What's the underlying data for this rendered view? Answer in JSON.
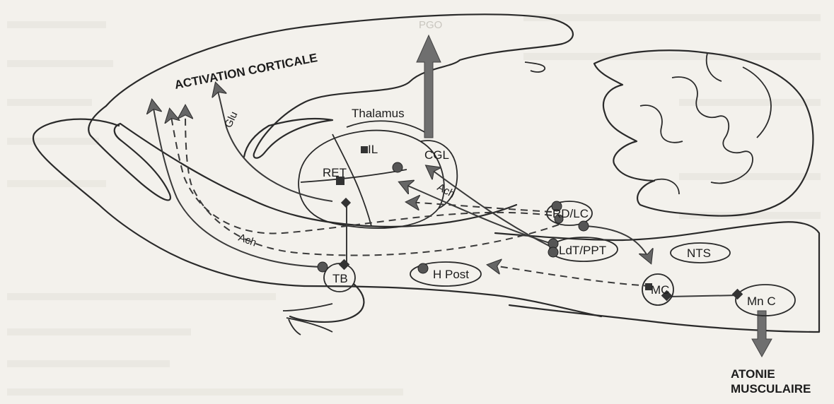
{
  "labels": {
    "activation": "ACTIVATION CORTICALE",
    "pgo": "PGO",
    "thalamus": "Thalamus",
    "glu": "Glu",
    "ret": "RET",
    "il": "IL",
    "cgl": "CGL",
    "ach_upper": "Ach",
    "ach_lower": "Ach",
    "tb": "TB",
    "hpost": "H Post",
    "rd_lc": "RD/LC",
    "ldt_ppt": "LdT/PPT",
    "nts": "NTS",
    "mc": "MC",
    "mnc": "Mn C",
    "atonie_1": "ATONIE",
    "atonie_2": "MUSCULAIRE"
  },
  "colors": {
    "line": "#2a2a2a",
    "arrow_fill": "#6f6f6f",
    "background": "#f3f1ec"
  }
}
